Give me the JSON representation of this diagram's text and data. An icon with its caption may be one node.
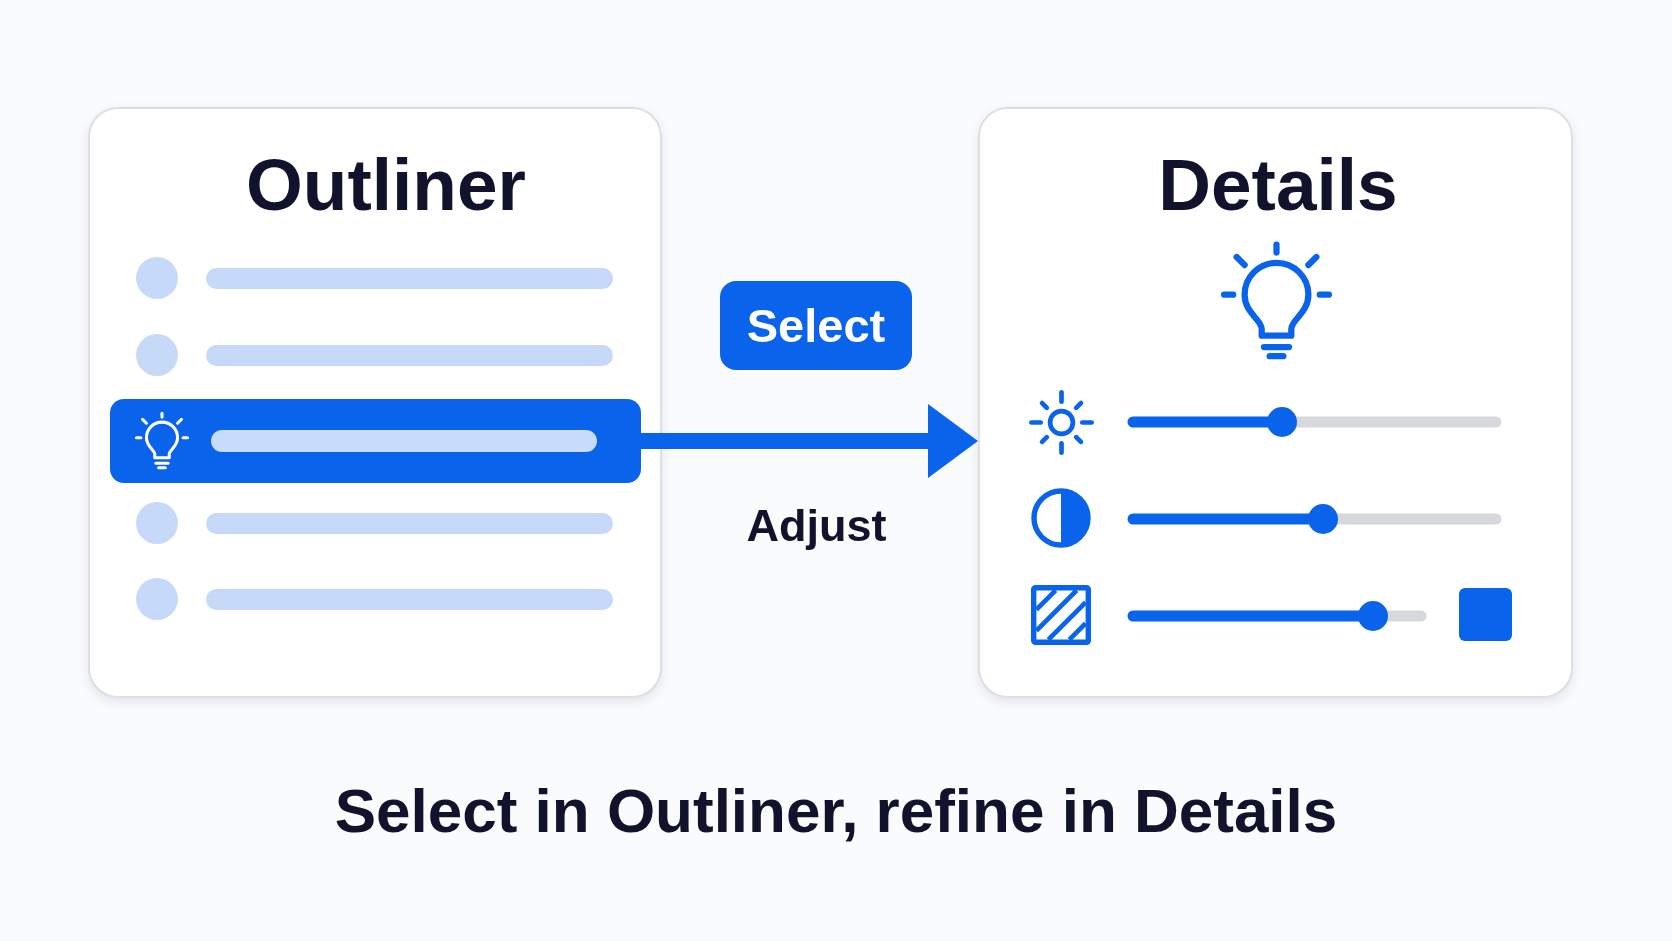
{
  "diagram": {
    "caption": "Select in Outliner, refine in Details",
    "nodes": [
      {
        "text": [
          "Outliner"
        ]
      },
      {
        "text": [],
        "shape": "bar",
        "in": 0
      },
      {
        "text": [
          "Select"
        ]
      },
      {
        "text": [
          "Details"
        ]
      }
    ],
    "edges": [
      {
        "from": 1,
        "to": 3,
        "arrow": "to",
        "label": "Adjust"
      }
    ]
  }
}
